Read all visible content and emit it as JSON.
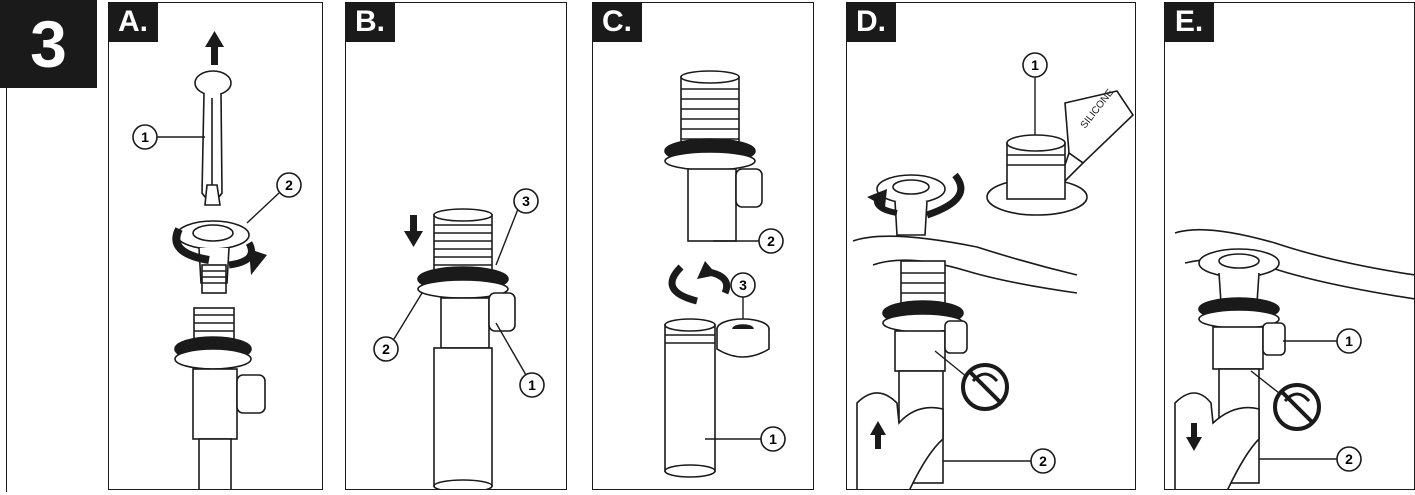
{
  "step": {
    "number": "3"
  },
  "panels": [
    {
      "tag": "A.",
      "callouts": [
        "1",
        "2"
      ]
    },
    {
      "tag": "B.",
      "callouts": [
        "3",
        "2",
        "1"
      ]
    },
    {
      "tag": "C.",
      "callouts": [
        "2",
        "3",
        "1"
      ]
    },
    {
      "tag": "D.",
      "callouts": [
        "1",
        "2"
      ],
      "tube_label": "SILICONE"
    },
    {
      "tag": "E.",
      "callouts": [
        "1",
        "2"
      ]
    }
  ],
  "colors": {
    "ink": "#1a1a1a",
    "paper": "#ffffff",
    "tone": "#d9d9d9"
  },
  "icons": [
    "arrow-up-icon",
    "arrow-down-icon",
    "rotate-icon",
    "no-rotate-icon"
  ]
}
